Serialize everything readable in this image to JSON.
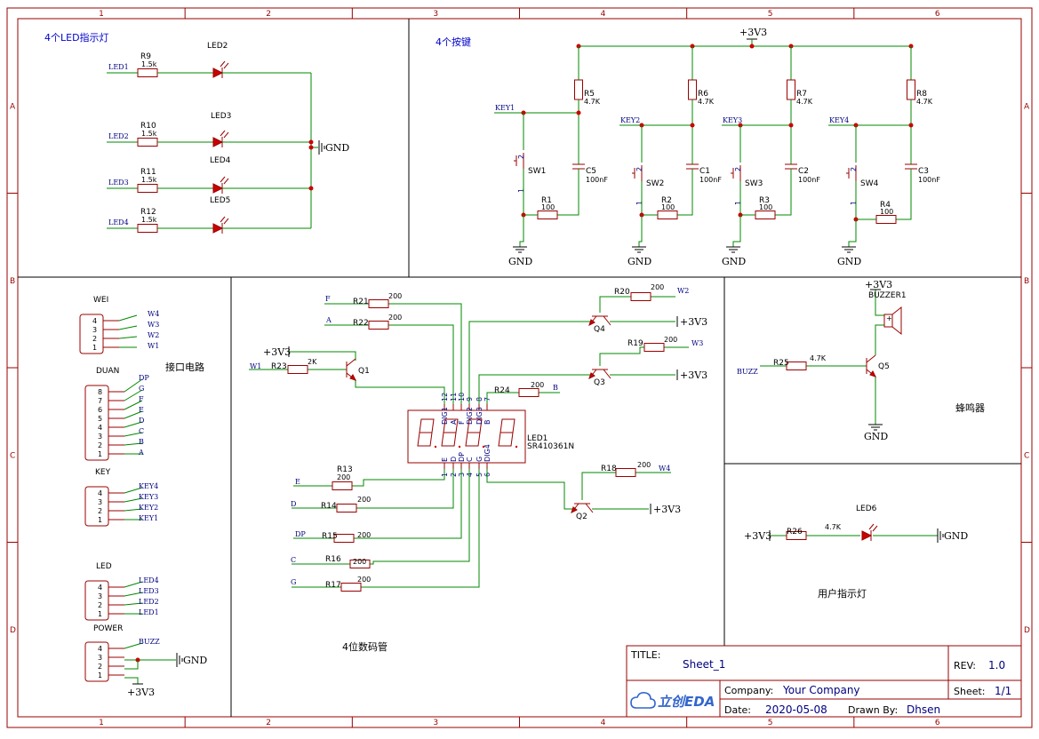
{
  "frame": {
    "cols": [
      "1",
      "2",
      "3",
      "4",
      "5",
      "6"
    ],
    "rows": [
      "A",
      "B",
      "C",
      "D"
    ]
  },
  "sections": {
    "led": "4个LED指示灯",
    "keys": "4个按键",
    "interface": "接口电路",
    "display": "4位数码管",
    "buzzer": "蜂鸣器",
    "user_led": "用户指示灯"
  },
  "titleblock": {
    "title_label": "TITLE:",
    "title": "Sheet_1",
    "rev_label": "REV:",
    "rev": "1.0",
    "company_label": "Company:",
    "company": "Your Company",
    "sheet_label": "Sheet:",
    "sheet": "1/1",
    "date_label": "Date:",
    "date": "2020-05-08",
    "drawn_label": "Drawn By:",
    "drawn_by": "Dhsen",
    "logo": "立创EDA"
  },
  "power": {
    "vcc": "+3V3",
    "gnd": "GND"
  },
  "led_section": {
    "rows": [
      {
        "net": "LED1",
        "res": "R9",
        "val": "1.5k",
        "led": "LED2"
      },
      {
        "net": "LED2",
        "res": "R10",
        "val": "1.5k",
        "led": "LED3"
      },
      {
        "net": "LED3",
        "res": "R11",
        "val": "1.5k",
        "led": "LED4"
      },
      {
        "net": "LED4",
        "res": "R12",
        "val": "1.5k",
        "led": "LED5"
      }
    ]
  },
  "key_section": {
    "keys": [
      {
        "net": "KEY1",
        "pull": "R5",
        "pull_val": "4.7K",
        "sw": "SW1",
        "res": "R1",
        "res_val": "100",
        "cap": "C5",
        "cap_val": "100nF"
      },
      {
        "net": "KEY2",
        "pull": "R6",
        "pull_val": "4.7K",
        "sw": "SW2",
        "res": "R2",
        "res_val": "100",
        "cap": "C1",
        "cap_val": "100nF"
      },
      {
        "net": "KEY3",
        "pull": "R7",
        "pull_val": "4.7K",
        "sw": "SW3",
        "res": "R3",
        "res_val": "100",
        "cap": "C2",
        "cap_val": "100nF"
      },
      {
        "net": "KEY4",
        "pull": "R8",
        "pull_val": "4.7K",
        "sw": "SW4",
        "res": "R4",
        "res_val": "100",
        "cap": "C3",
        "cap_val": "100nF"
      }
    ],
    "sw_pin_top": "2",
    "sw_pin_bot": "1"
  },
  "connectors": [
    {
      "name": "WEI",
      "pins": [
        "4",
        "3",
        "2",
        "1"
      ],
      "nets": [
        "W4",
        "W3",
        "W2",
        "W1"
      ]
    },
    {
      "name": "DUAN",
      "pins": [
        "8",
        "7",
        "6",
        "5",
        "4",
        "3",
        "2",
        "1"
      ],
      "nets": [
        "DP",
        "G",
        "F",
        "E",
        "D",
        "C",
        "B",
        "A"
      ]
    },
    {
      "name": "KEY",
      "pins": [
        "4",
        "3",
        "2",
        "1"
      ],
      "nets": [
        "KEY4",
        "KEY3",
        "KEY2",
        "KEY1"
      ]
    },
    {
      "name": "LED",
      "pins": [
        "4",
        "3",
        "2",
        "1"
      ],
      "nets": [
        "LED4",
        "LED3",
        "LED2",
        "LED1"
      ]
    },
    {
      "name": "POWER",
      "pins": [
        "4",
        "3",
        "2",
        "1"
      ],
      "nets": [
        "BUZZ",
        "",
        "",
        ""
      ]
    }
  ],
  "display": {
    "ref": "LED1",
    "part": "SR410361N",
    "top_pins": [
      "12",
      "11",
      "10",
      "9",
      "8",
      "7"
    ],
    "top_names": [
      "DIG1",
      "A",
      "F",
      "DIG2",
      "DIG3",
      "B"
    ],
    "bot_pins": [
      "1",
      "2",
      "3",
      "4",
      "5",
      "6"
    ],
    "bot_names": [
      "E",
      "D",
      "DP",
      "C",
      "G",
      "DIG4"
    ],
    "seg_resistors": [
      {
        "net": "F",
        "ref": "R21",
        "val": "200"
      },
      {
        "net": "A",
        "ref": "R22",
        "val": "200"
      },
      {
        "net": "B",
        "ref": "R24",
        "val": "200"
      },
      {
        "net": "E",
        "ref": "R13",
        "val": "200"
      },
      {
        "net": "D",
        "ref": "R14",
        "val": "200"
      },
      {
        "net": "DP",
        "ref": "R15",
        "val": "200"
      },
      {
        "net": "C",
        "ref": "R16",
        "val": "200"
      },
      {
        "net": "G",
        "ref": "R17",
        "val": "200"
      }
    ],
    "transistors": [
      {
        "ref": "Q1",
        "base_res": "R23",
        "base_val": "2K",
        "net": "W1"
      },
      {
        "ref": "Q4",
        "base_res": "R20",
        "base_val": "200",
        "net": "W2"
      },
      {
        "ref": "Q3",
        "base_res": "R19",
        "base_val": "200",
        "net": "W3"
      },
      {
        "ref": "Q2",
        "base_res": "R18",
        "base_val": "200",
        "net": "W4"
      }
    ]
  },
  "buzzer_section": {
    "buzzer": "BUZZER1",
    "transistor": "Q5",
    "res": "R25",
    "res_val": "4.7K",
    "net": "BUZZ"
  },
  "user_led_section": {
    "res": "R26",
    "res_val": "4.7K",
    "led": "LED6"
  }
}
